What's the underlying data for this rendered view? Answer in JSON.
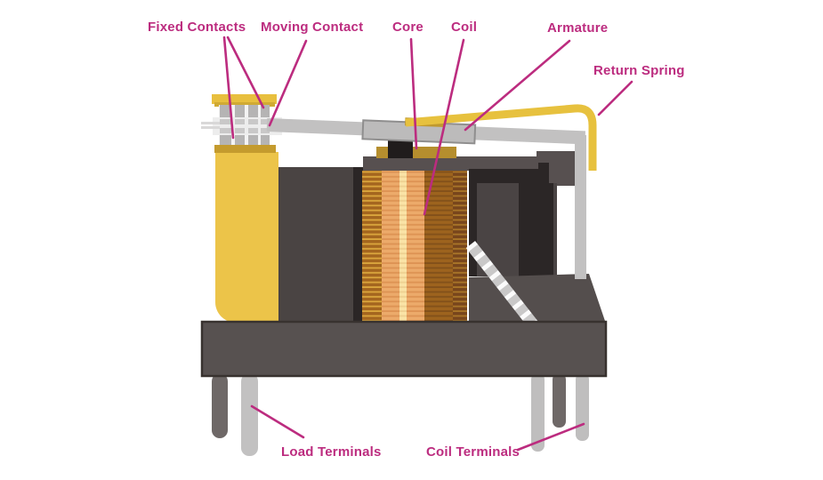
{
  "diagram": {
    "subject": "Relay cutaway diagram",
    "labels": {
      "fixed_contacts": "Fixed Contacts",
      "moving_contact": "Moving Contact",
      "core": "Core",
      "coil": "Coil",
      "armature": "Armature",
      "return_spring": "Return Spring",
      "load_terminals": "Load Terminals",
      "coil_terminals": "Coil Terminals"
    }
  },
  "palette": {
    "magenta": "#bc2c7f",
    "yellow": "#ecc449",
    "yellow-cap": "#e8bf3e",
    "gold-dark": "#c49b2e",
    "gold-plate": "#b58e2e",
    "spring-yellow": "#e7c13e",
    "gray-light": "#c2c1c1",
    "gray-stack": "#b5b4b4",
    "body-dark": "#4a4443",
    "base-dark": "#575150",
    "cap-dark": "#575050",
    "black-part": "#2b2626",
    "coil-brown-dark": "#78461c",
    "coil-brown-mid": "#9d631e",
    "coil-copper": "#ecaa6a",
    "coil-cream": "#fae3a6"
  }
}
